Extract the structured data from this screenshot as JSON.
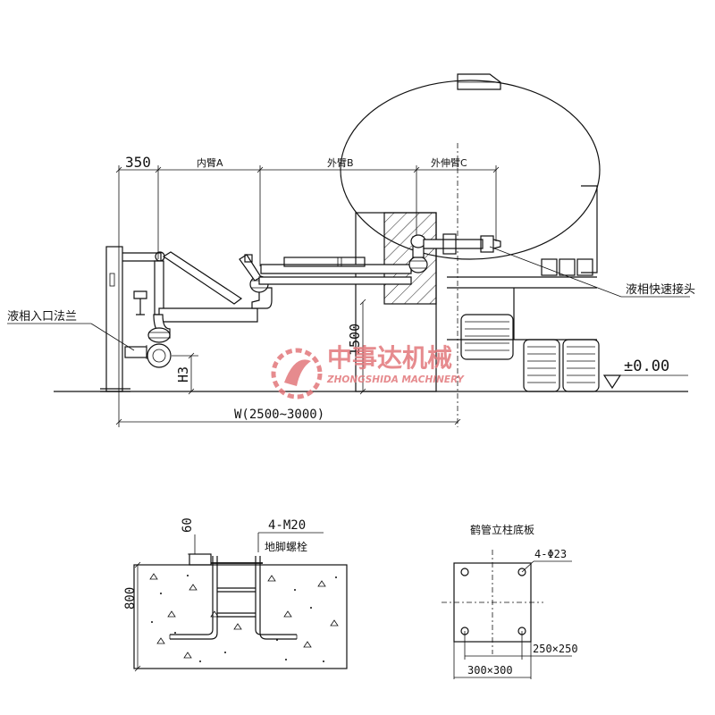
{
  "labels": {
    "dim_350": "350",
    "inner_pipe_a": "内臂A",
    "outer_pipe_b": "外臂B",
    "outer_ext_c": "外伸臂C",
    "liquid_quick_coupler": "液相快速接头",
    "liquid_inlet_flange": "液相入口法兰",
    "dim_1500": "1500",
    "dim_h3": "H3",
    "elevation_zero": "±0.00",
    "width_w": "W(2500~3000)",
    "dim_60": "60",
    "bolt_spec": "4-M20",
    "anchor_bolt": "地脚螺栓",
    "dim_800": "800",
    "base_plate_title": "鹤管立柱底板",
    "hole_spec": "4-Φ23",
    "dim_250": "250×250",
    "dim_300": "300×300"
  },
  "watermark": {
    "cn": "中事达机械",
    "en": "ZHONGSHIDA MACHINERY",
    "color": "#d9262c"
  }
}
